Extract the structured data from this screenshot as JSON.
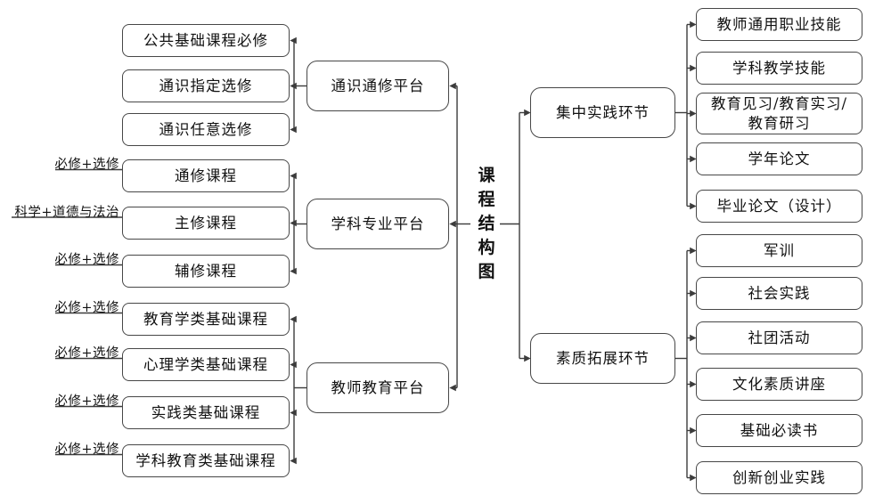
{
  "title": {
    "text": "课程结构图"
  },
  "left": {
    "platforms": [
      {
        "label": "通识通修平台",
        "children": [
          {
            "label": "公共基础课程必修"
          },
          {
            "label": "通识指定选修"
          },
          {
            "label": "通识任意选修"
          }
        ]
      },
      {
        "label": "学科专业平台",
        "children": [
          {
            "label": "通修课程",
            "note": "必修+选修"
          },
          {
            "label": "主修课程",
            "note": "科学+道德与法治"
          },
          {
            "label": "辅修课程",
            "note": "必修+选修"
          }
        ]
      },
      {
        "label": "教师教育平台",
        "children": [
          {
            "label": "教育学类基础课程",
            "note": "必修+选修"
          },
          {
            "label": "心理学类基础课程",
            "note": "必修+选修"
          },
          {
            "label": "实践类基础课程",
            "note": "必修+选修"
          },
          {
            "label": "学科教育类基础课程",
            "note": "必修+选修"
          }
        ]
      }
    ]
  },
  "right": {
    "hubs": [
      {
        "label": "集中实践环节",
        "children": [
          {
            "label": "教师通用职业技能"
          },
          {
            "label": "学科教学技能"
          },
          {
            "label": "教育见习/教育实习/\n教育研习"
          },
          {
            "label": "学年论文"
          },
          {
            "label": "毕业论文（设计）"
          }
        ]
      },
      {
        "label": "素质拓展环节",
        "children": [
          {
            "label": "军训"
          },
          {
            "label": "社会实践"
          },
          {
            "label": "社团活动"
          },
          {
            "label": "文化素质讲座"
          },
          {
            "label": "基础必读书"
          },
          {
            "label": "创新创业实践"
          }
        ]
      }
    ]
  },
  "colors": {
    "line": "#3c3c3c",
    "box_border": "#474747",
    "text": "#111111",
    "background": "#ffffff"
  }
}
